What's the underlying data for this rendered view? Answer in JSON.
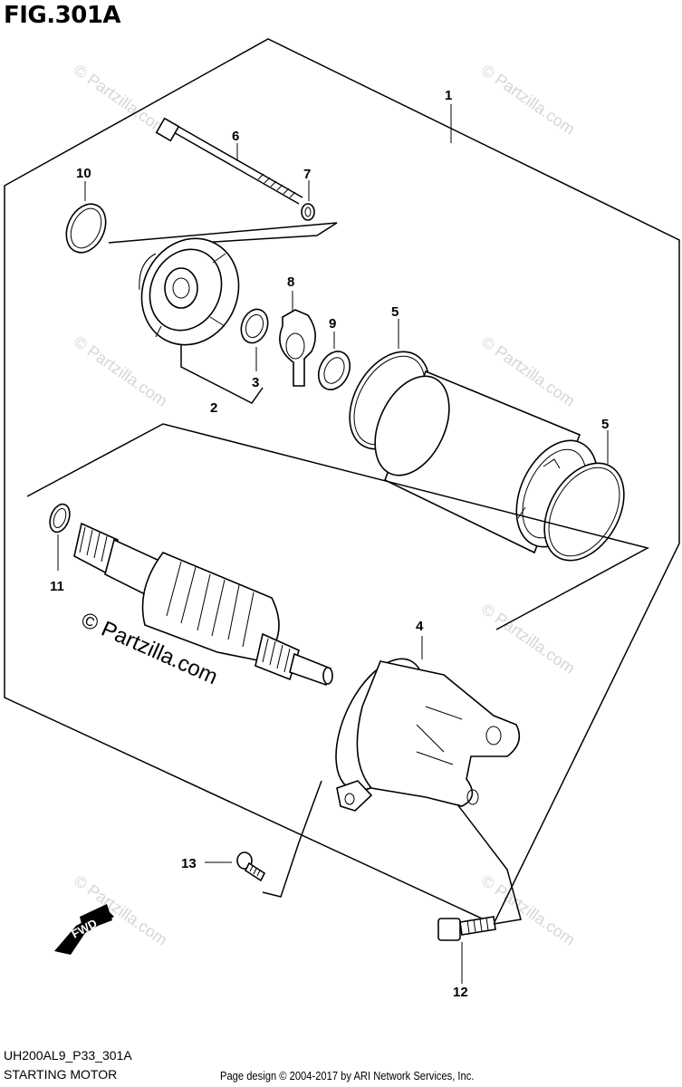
{
  "figure_title": "FIG.301A",
  "footer": {
    "diagram_code": "UH200AL9_P33_301A",
    "assembly_name": "STARTING MOTOR",
    "credit": "Page design © 2004-2017 by ARI Network Services, Inc."
  },
  "watermark": {
    "main": "© Partzilla.com",
    "faint": "© Partzilla.com"
  },
  "fwd_label": "FWD",
  "callouts": [
    "1",
    "2",
    "3",
    "4",
    "5",
    "5",
    "6",
    "7",
    "8",
    "9",
    "10",
    "11",
    "12",
    "13"
  ]
}
